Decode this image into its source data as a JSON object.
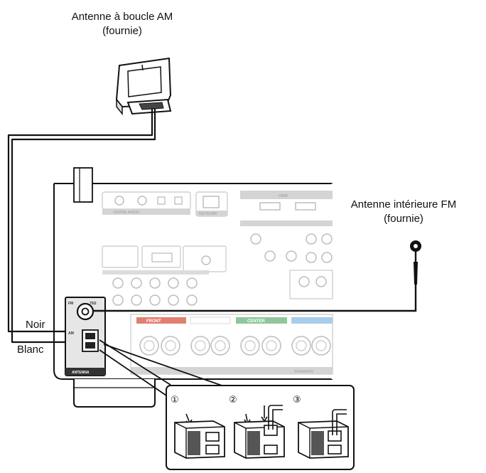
{
  "labels": {
    "am_antenna_line1": "Antenne à boucle AM",
    "am_antenna_line2": "(fournie)",
    "fm_antenna_line1": "Antenne intérieure FM",
    "fm_antenna_line2": "(fournie)",
    "wire_black": "Noir",
    "wire_white": "Blanc"
  },
  "panel": {
    "antenna_title": "ANTENNA",
    "fm_port": "FM",
    "am_port": "AM",
    "impedance": "75Ω",
    "speakers_title": "SPEAKERS",
    "front": "FRONT",
    "center": "CENTER",
    "digital_audio": "DIGITAL AUDIO",
    "network": "NETWORK",
    "hdmi": "HDMI"
  },
  "steps": {
    "step1": "①",
    "step2": "②",
    "step3": "③"
  },
  "colors": {
    "line": "#111111",
    "panel_gray": "#d4d4d4",
    "front_red": "#e08070",
    "center_green": "#8fc79a",
    "surround_blue": "#a9cdea"
  }
}
